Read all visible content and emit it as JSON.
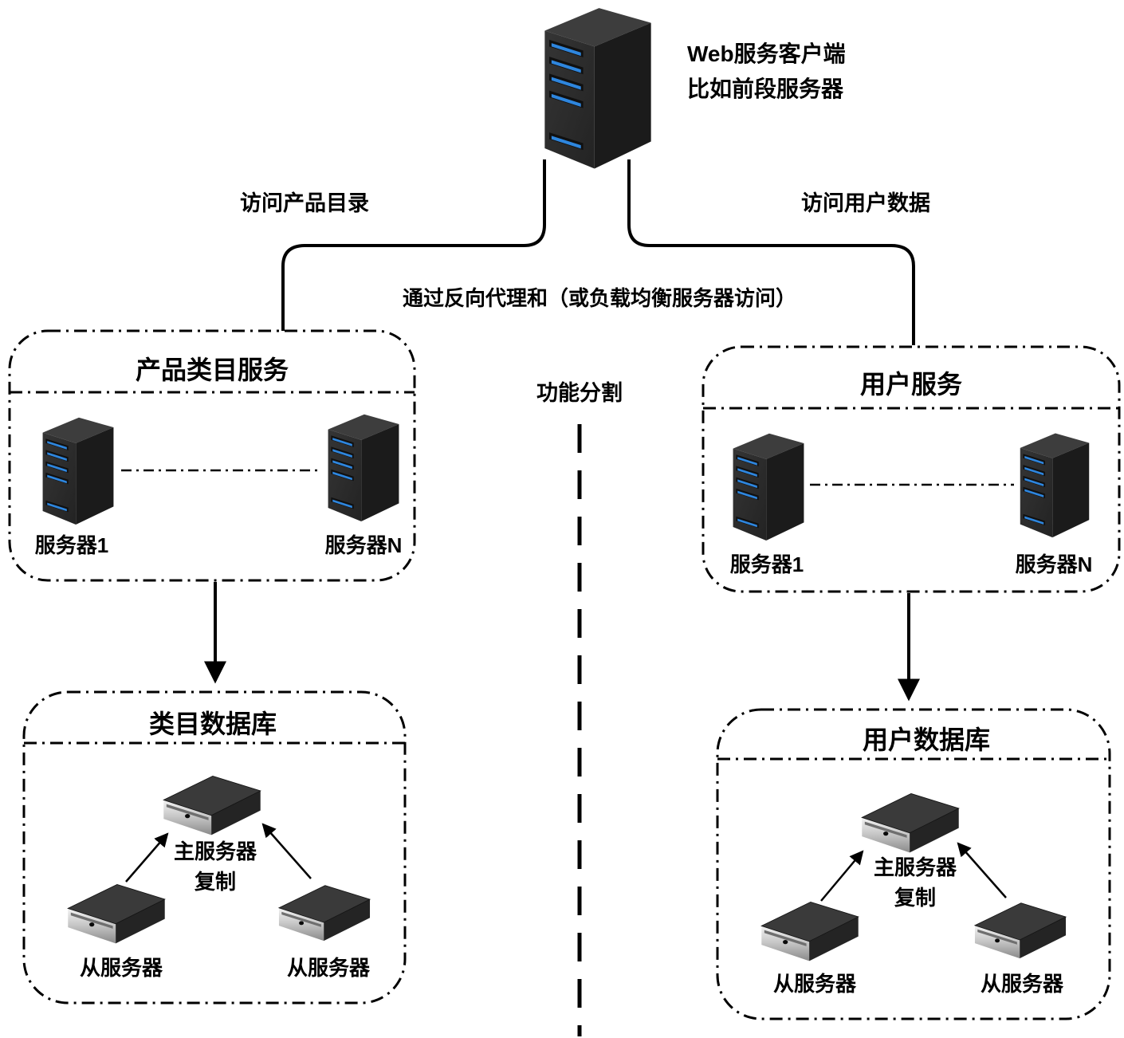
{
  "client": {
    "label_line1": "Web服务客户端",
    "label_line2": "比如前段服务器"
  },
  "connections": {
    "left_edge_label": "访问产品目录",
    "right_edge_label": "访问用户数据",
    "proxy_note": "通过反向代理和（或负载均衡服务器访问）",
    "partition_label": "功能分割"
  },
  "product_service": {
    "title": "产品类目服务",
    "server1_label": "服务器1",
    "serverN_label": "服务器N"
  },
  "user_service": {
    "title": "用户服务",
    "server1_label": "服务器1",
    "serverN_label": "服务器N"
  },
  "catalog_db": {
    "title": "类目数据库",
    "master_label": "主服务器",
    "replication_label": "复制",
    "slave1_label": "从服务器",
    "slave2_label": "从服务器"
  },
  "user_db": {
    "title": "用户数据库",
    "master_label": "主服务器",
    "replication_label": "复制",
    "slave1_label": "从服务器",
    "slave2_label": "从服务器"
  },
  "colors": {
    "line": "#000000",
    "led_blue": "#2e86de",
    "server_body": "#2c2c2c",
    "server_side": "#1e1e1e",
    "server_top": "#3d3d3d"
  }
}
